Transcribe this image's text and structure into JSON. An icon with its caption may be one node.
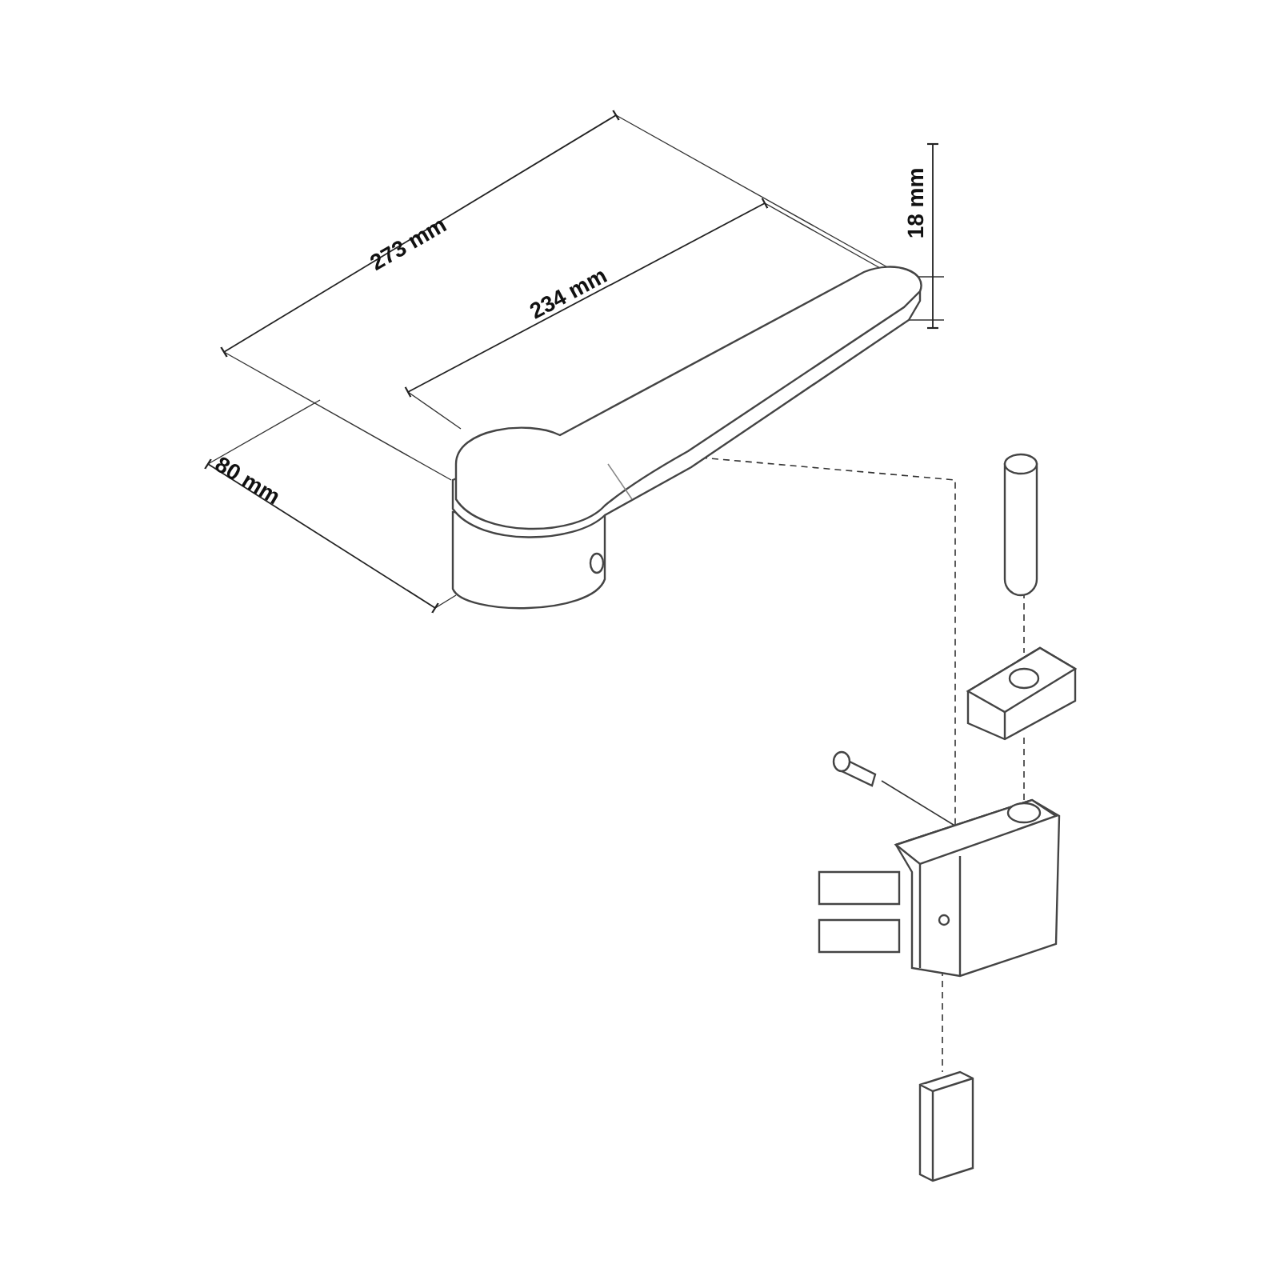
{
  "diagram": {
    "nodes": [
      {
        "text": [],
        "shape": "picture"
      },
      {
        "text": [],
        "shape": "cylinder"
      },
      {
        "text": [],
        "shape": "picture"
      },
      {
        "text": [],
        "shape": "picture"
      },
      {
        "text": [],
        "shape": "picture"
      },
      {
        "text": [],
        "shape": "picture"
      }
    ],
    "edges": [
      {
        "from": 0,
        "to": 4,
        "arrow": "none",
        "style": "dashed"
      },
      {
        "from": 1,
        "to": 2,
        "arrow": "none",
        "style": "dashed"
      },
      {
        "from": 2,
        "to": 4,
        "arrow": "none",
        "style": "dashed"
      },
      {
        "from": 3,
        "to": 4,
        "arrow": "none"
      },
      {
        "from": 4,
        "to": 5,
        "arrow": "none",
        "style": "dashed"
      }
    ],
    "labels": [
      "273 mm",
      "234 mm",
      "18 mm",
      "80 mm"
    ]
  }
}
